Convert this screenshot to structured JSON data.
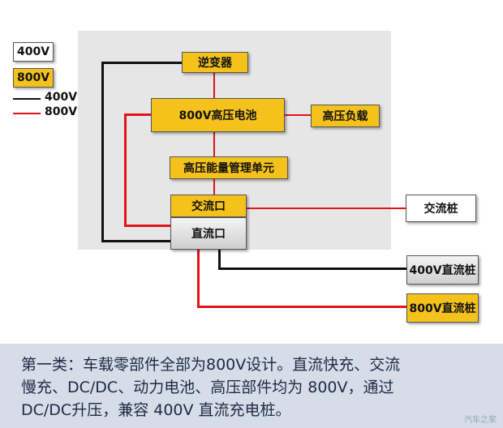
{
  "legend": {
    "box_400v": "400V",
    "box_800v": "800V",
    "line_400v": "400V",
    "line_800v": "800V"
  },
  "nodes": {
    "inverter": "逆变器",
    "battery": "800V高压电池",
    "hv_load": "高压负载",
    "hv_energy_mgmt": "高压能量管理单元",
    "ac_port": "交流口",
    "dc_port": "直流口",
    "ac_pile": "交流桩",
    "dc_pile_400": "400V直流桩",
    "dc_pile_800": "800V直流桩"
  },
  "caption": {
    "line1": "第一类：车载零部件全部为800V设计。直流快充、交流",
    "line2": "慢充、DC/DC、动力电池、高压部件均为 800V，通过",
    "line3": "DC/DC升压，兼容 400V 直流充电桩。"
  },
  "watermark": "汽车之家",
  "colors": {
    "yellow": "#f5c21b",
    "red": "#e0141a",
    "black": "#111111",
    "panel": "#e6e6e6",
    "caption_bg": "#d6dde8"
  }
}
